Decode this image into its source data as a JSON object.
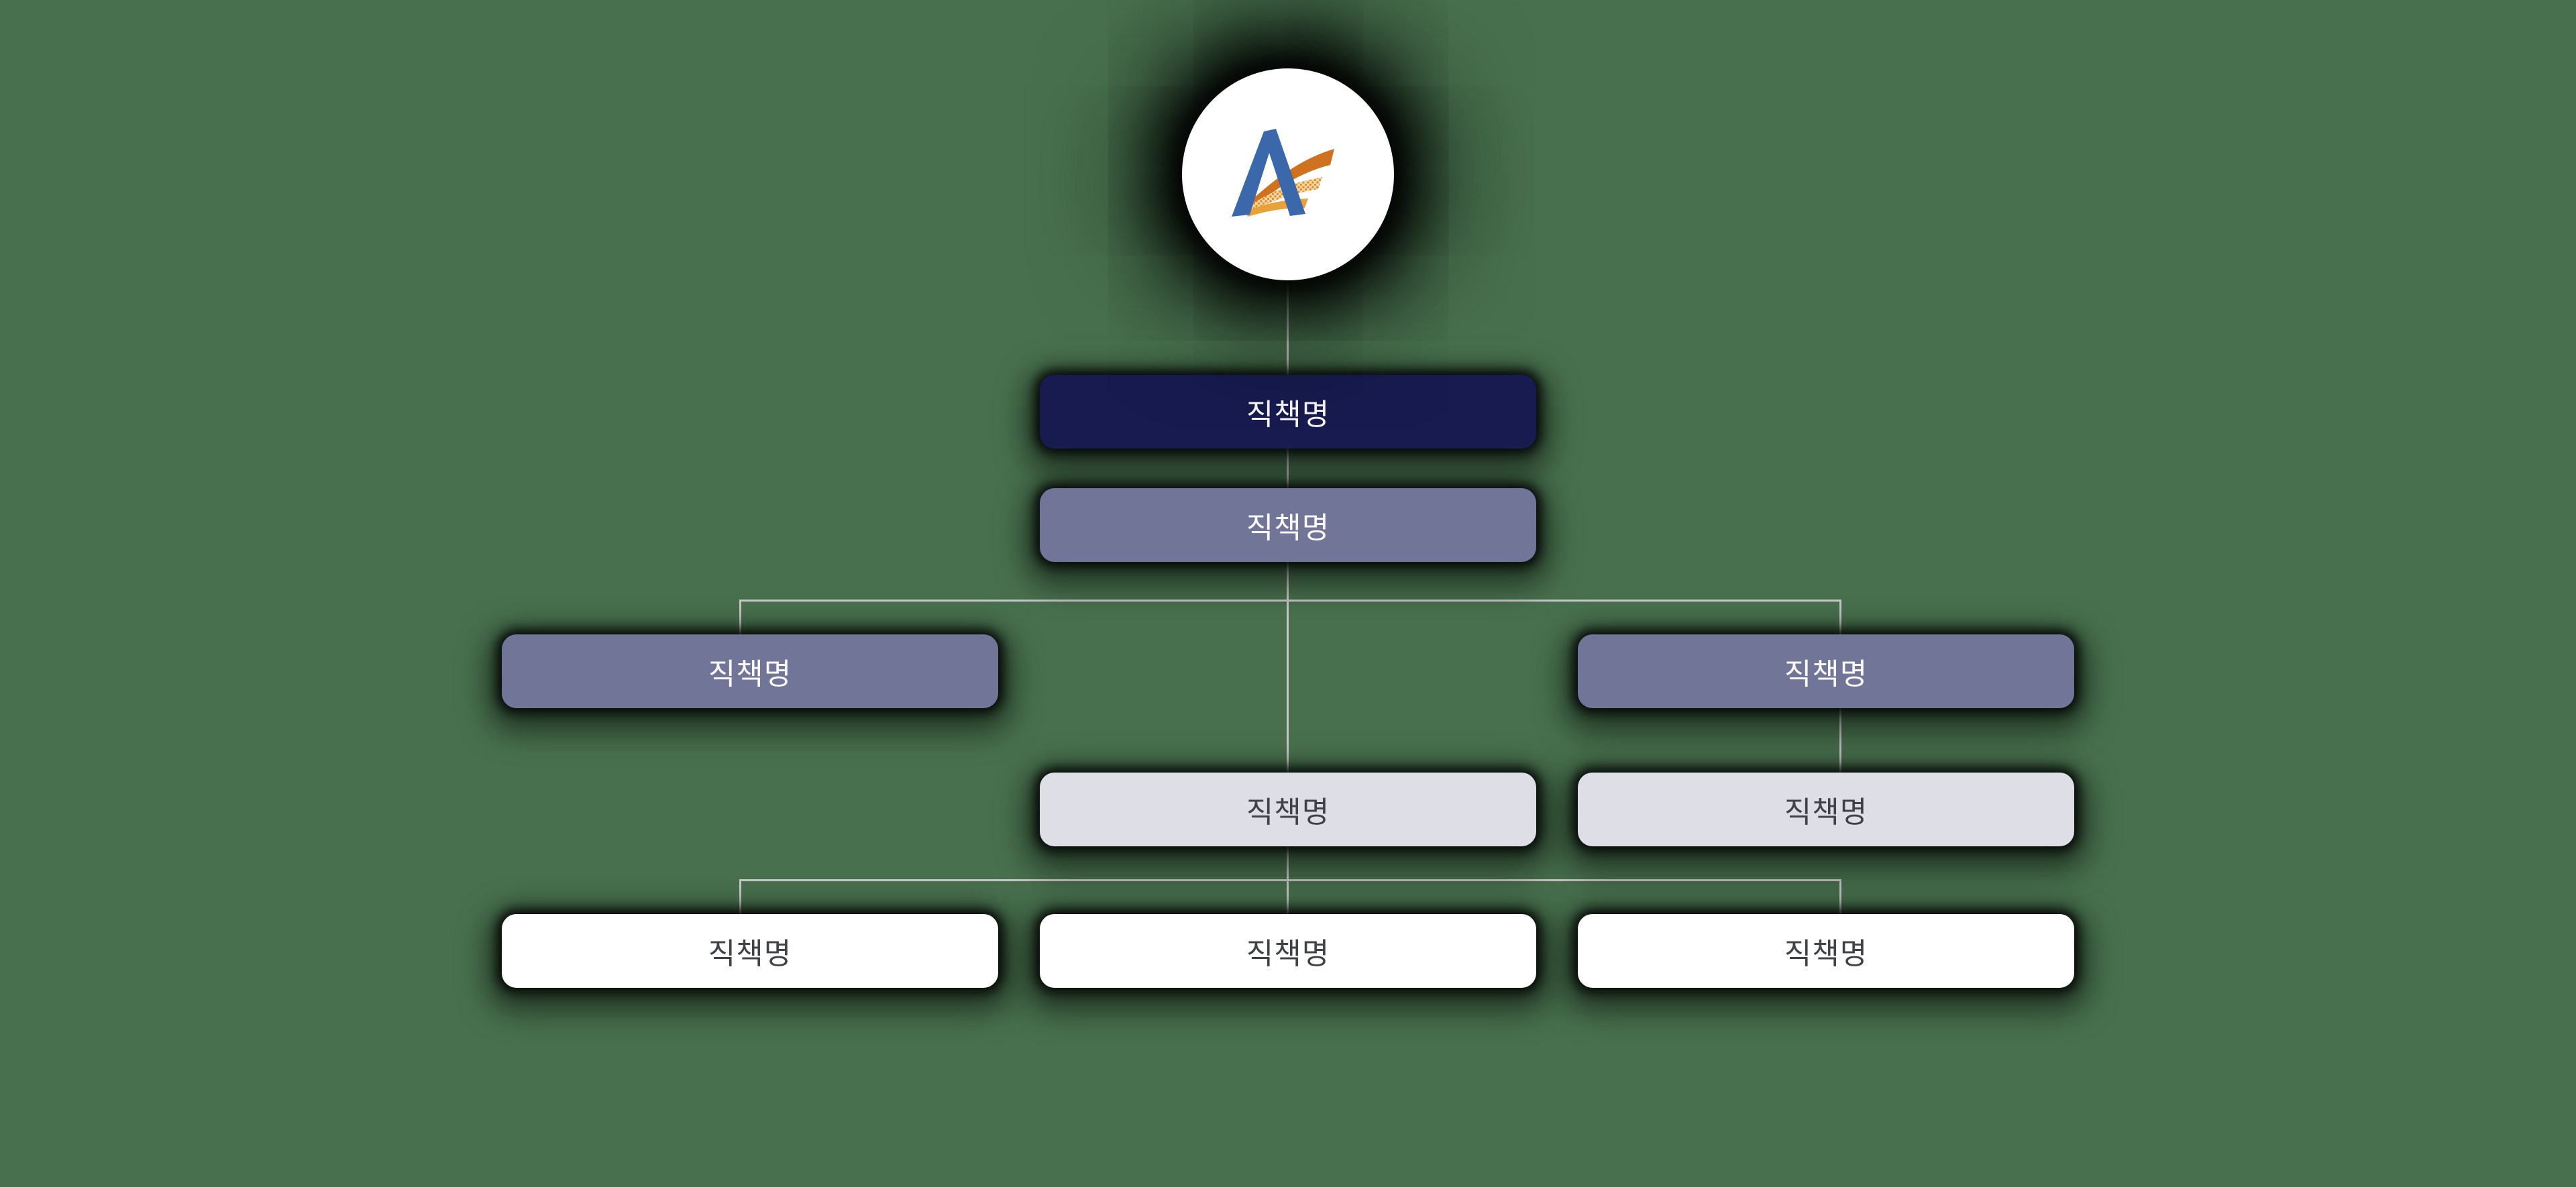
{
  "page": {
    "background_color": "#48704E",
    "connector_color": "#C7C7C7"
  },
  "logo": {
    "name": "company-logo",
    "shape": "white-circle-medallion",
    "colors": {
      "circle": "#FFFFFF",
      "letter_a": "#3A68AA",
      "swoosh_top": "#CE7220",
      "swoosh_middle_halftone": "#E08C28",
      "swoosh_bottom": "#E8A238"
    }
  },
  "org_chart": {
    "placeholder_text": "직책명",
    "node_count": 9,
    "nodes": [
      {
        "id": "root-title",
        "level": 1,
        "column": "center",
        "variant": "navy",
        "fill": "#171B50",
        "text_color": "#FAF8F9",
        "label": "직책명"
      },
      {
        "id": "deputy-title",
        "level": 2,
        "column": "center",
        "variant": "slate",
        "fill": "#717699",
        "text_color": "#FAF8F9",
        "label": "직책명"
      },
      {
        "id": "branch-left",
        "level": 3,
        "column": "left",
        "variant": "slate",
        "fill": "#717699",
        "text_color": "#FAF8F9",
        "label": "직책명"
      },
      {
        "id": "branch-right",
        "level": 3,
        "column": "right",
        "variant": "slate",
        "fill": "#717699",
        "text_color": "#FAF8F9",
        "label": "직책명"
      },
      {
        "id": "mid-center",
        "level": 4,
        "column": "center",
        "variant": "light",
        "fill": "#DEDEE6",
        "text_color": "#3F4247",
        "label": "직책명"
      },
      {
        "id": "mid-right",
        "level": 4,
        "column": "right",
        "variant": "light",
        "fill": "#DEDEE6",
        "text_color": "#3F4247",
        "label": "직책명"
      },
      {
        "id": "leaf-left",
        "level": 5,
        "column": "left",
        "variant": "white",
        "fill": "#FFFFFF",
        "text_color": "#3F4247",
        "label": "직책명"
      },
      {
        "id": "leaf-center",
        "level": 5,
        "column": "center",
        "variant": "white",
        "fill": "#FFFFFF",
        "text_color": "#3F4247",
        "label": "직책명"
      },
      {
        "id": "leaf-right",
        "level": 5,
        "column": "right",
        "variant": "white",
        "fill": "#FFFFFF",
        "text_color": "#3F4247",
        "label": "직책명"
      }
    ]
  }
}
